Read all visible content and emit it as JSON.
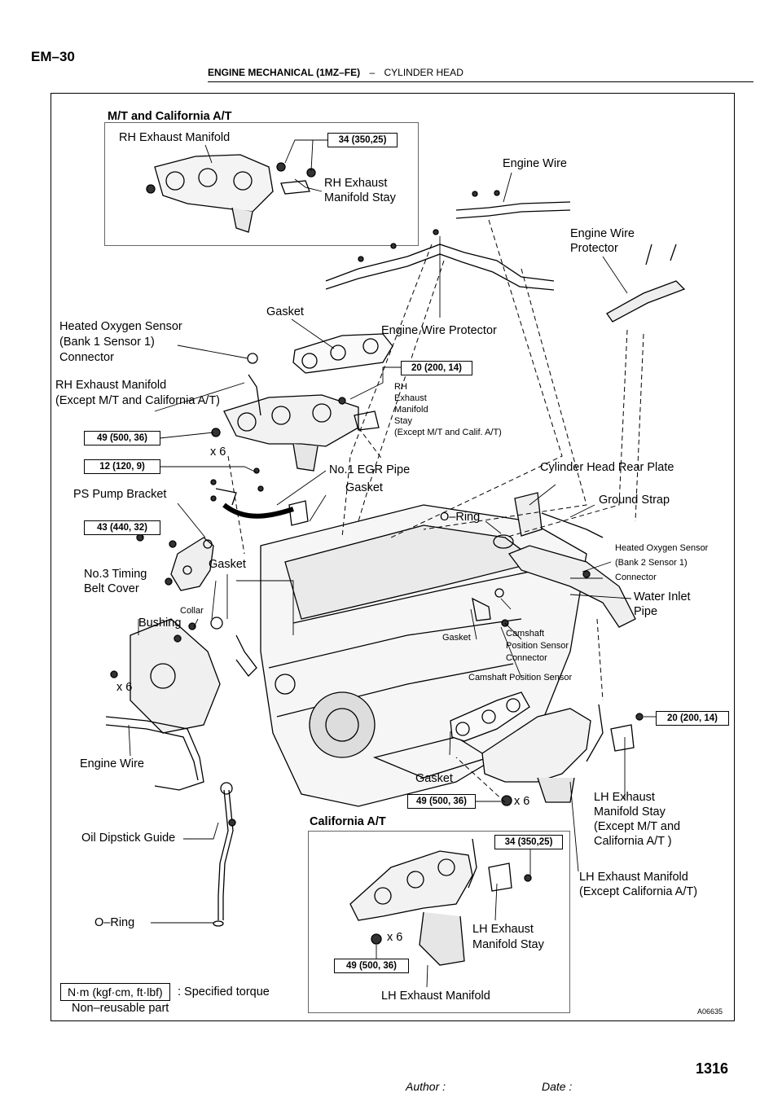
{
  "header": {
    "page_code": "EM–30",
    "section": "ENGINE MECHANICAL (1MZ–FE)",
    "separator": "–",
    "subsection": "CYLINDER HEAD"
  },
  "insets": {
    "top_title": "M/T and California A/T",
    "bottom_title": "California A/T"
  },
  "labels": {
    "rh_exhaust_manifold_top": "RH Exhaust Manifold",
    "rh_exhaust_stay_top_1": "RH Exhaust",
    "rh_exhaust_stay_top_2": "Manifold Stay",
    "engine_wire_top": "Engine Wire",
    "engine_wire_protector_1": "Engine Wire",
    "engine_wire_protector_2": "Protector",
    "gasket_1": "Gasket",
    "engine_wire_protector_mid": "Engine Wire Protector",
    "ho2s_b1_1": "Heated Oxygen Sensor",
    "ho2s_b1_2": "(Bank 1 Sensor 1)",
    "ho2s_b1_3": "Connector",
    "rh_manifold_except_1": "RH Exhaust Manifold",
    "rh_manifold_except_2": "(Except M/T and California A/T)",
    "rh_stay_except_1": "RH",
    "rh_stay_except_2": "Exhaust",
    "rh_stay_except_3": "Manifold",
    "rh_stay_except_4": "Stay",
    "rh_stay_except_5": "(Except M/T and Calif. A/T)",
    "x6_a": "x 6",
    "egr_pipe": "No.1 EGR Pipe",
    "cyl_head_rear_plate": "Cylinder Head Rear Plate",
    "ps_pump_bracket": "PS Pump Bracket",
    "gasket_2": "Gasket",
    "ground_strap": "Ground Strap",
    "o_ring_1": "O–Ring",
    "ho2s_b2_1": "Heated Oxygen Sensor",
    "ho2s_b2_2": "(Bank 2 Sensor 1)",
    "ho2s_b2_3": "Connector",
    "no3_timing_1": "No.3 Timing",
    "no3_timing_2": "Belt Cover",
    "gasket_3": "Gasket",
    "water_inlet_1": "Water Inlet",
    "water_inlet_2": "Pipe",
    "collar": "Collar",
    "bushing": "Bushing",
    "gasket_4": "Gasket",
    "cam_conn_1": "Camshaft",
    "cam_conn_2": "Position Sensor",
    "cam_conn_3": "Connector",
    "cam_sensor": "Camshaft Position Sensor",
    "x6_b": "x 6",
    "engine_wire_bottom": "Engine Wire",
    "gasket_5": "Gasket",
    "x6_c": "x 6",
    "lh_stay_except_1": "LH Exhaust",
    "lh_stay_except_2": "Manifold Stay",
    "lh_stay_except_3": "(Except M/T and",
    "lh_stay_except_4": "California A/T )",
    "oil_dipstick": "Oil Dipstick Guide",
    "lh_manifold_except_1": "LH Exhaust Manifold",
    "lh_manifold_except_2": "(Except California A/T)",
    "o_ring_2": "O–Ring",
    "x6_d": "x 6",
    "lh_stay_cal_1": "LH Exhaust",
    "lh_stay_cal_2": "Manifold Stay",
    "lh_manifold_cal": "LH Exhaust Manifold",
    "figure_id": "A06635"
  },
  "torques": {
    "t1": "34 (350,25)",
    "t2": "20 (200, 14)",
    "t3": "49 (500, 36)",
    "t4": "12 (120, 9)",
    "t5": "43 (440, 32)",
    "t6": "20 (200, 14)",
    "t7": "49 (500, 36)",
    "t8": "34 (350,25)",
    "t9": "49 (500, 36)"
  },
  "legend": {
    "torque_box": "N·m (kgf·cm, ft·lbf)",
    "torque_text": ": Specified torque",
    "nonreusable_text": "Non–reusable part"
  },
  "footer": {
    "author_label": "Author :",
    "date_label": "Date :",
    "page_number": "1316"
  }
}
